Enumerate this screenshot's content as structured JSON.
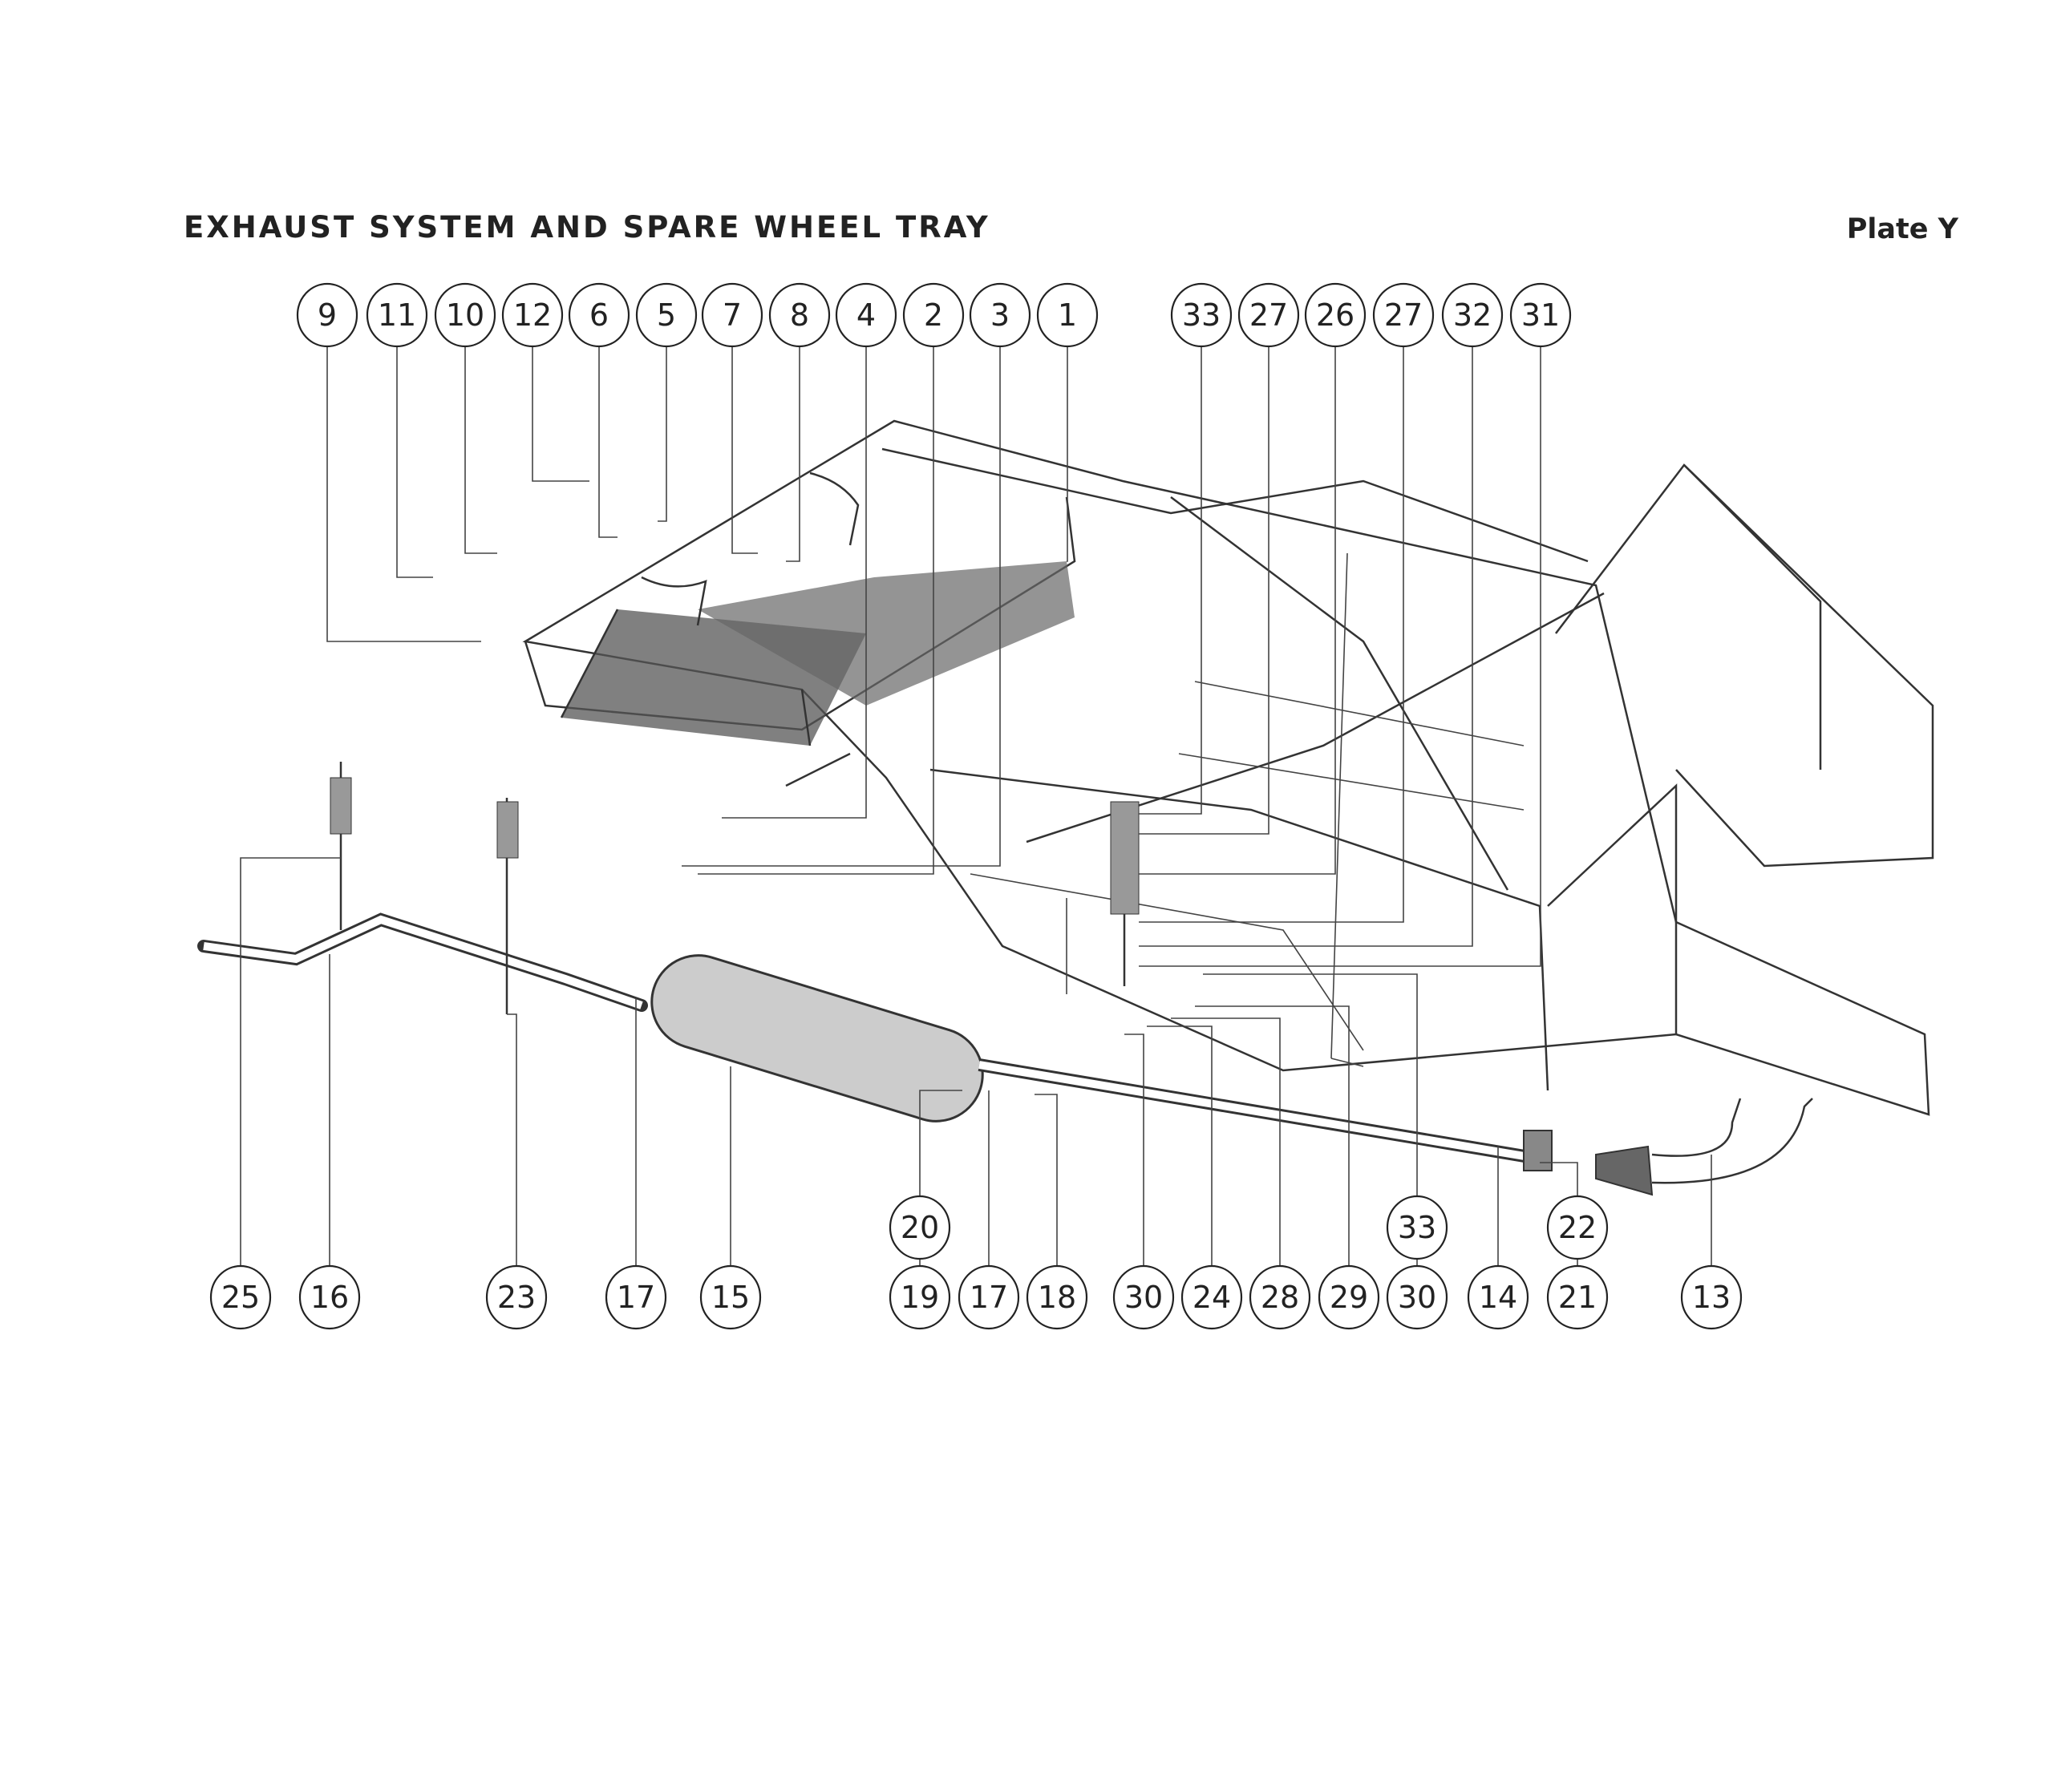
{
  "header": {
    "title": "EXHAUST SYSTEM AND SPARE WHEEL TRAY",
    "plate": "Plate Y"
  },
  "callouts_top": [
    "9",
    "11",
    "10",
    "12",
    "6",
    "5",
    "7",
    "8",
    "4",
    "2",
    "3",
    "1",
    "33",
    "27",
    "26",
    "27",
    "32",
    "31"
  ],
  "callouts_bottom": [
    "25",
    "16",
    "23",
    "17",
    "15",
    "19",
    "17",
    "18",
    "30",
    "24",
    "28",
    "29",
    "30",
    "14",
    "21",
    "13"
  ],
  "callouts_middle": [
    "20",
    "33",
    "22"
  ]
}
